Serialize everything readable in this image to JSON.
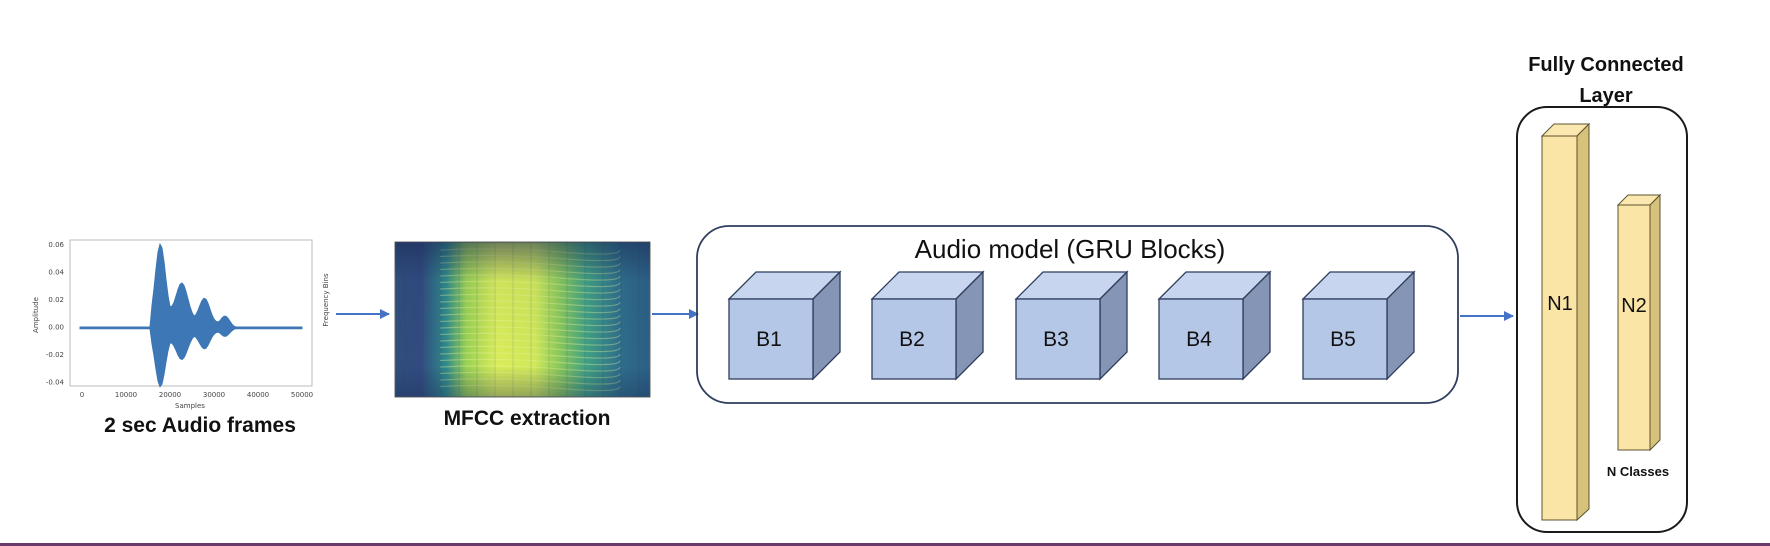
{
  "waveform": {
    "caption": "2 sec Audio frames",
    "y_axis_label": "Amplitude",
    "x_axis_label": "Samples",
    "right_axis_label": "Frequency Bins",
    "y_ticks": [
      "0.06",
      "0.04",
      "0.02",
      "0.00",
      "-0.02",
      "-0.04"
    ],
    "x_ticks": [
      "0",
      "10000",
      "20000",
      "30000",
      "40000",
      "50000"
    ]
  },
  "mfcc": {
    "caption": "MFCC extraction"
  },
  "audio_model": {
    "title": "Audio model (GRU Blocks)",
    "blocks": [
      "B1",
      "B2",
      "B3",
      "B4",
      "B5"
    ]
  },
  "fully_connected": {
    "title_line1": "Fully Connected",
    "title_line2": "Layer",
    "n1_label": "N1",
    "n2_label": "N2",
    "classes_label": "N Classes"
  },
  "colors": {
    "arrow": "#4472c4",
    "block_face": "#b4c7e7",
    "block_edge": "#2f3d5e",
    "fc_face": "#fbe5a6",
    "waveform": "#3d77b5",
    "mfcc_dark": "#30507e",
    "mfcc_bright": "#d7ea58"
  }
}
